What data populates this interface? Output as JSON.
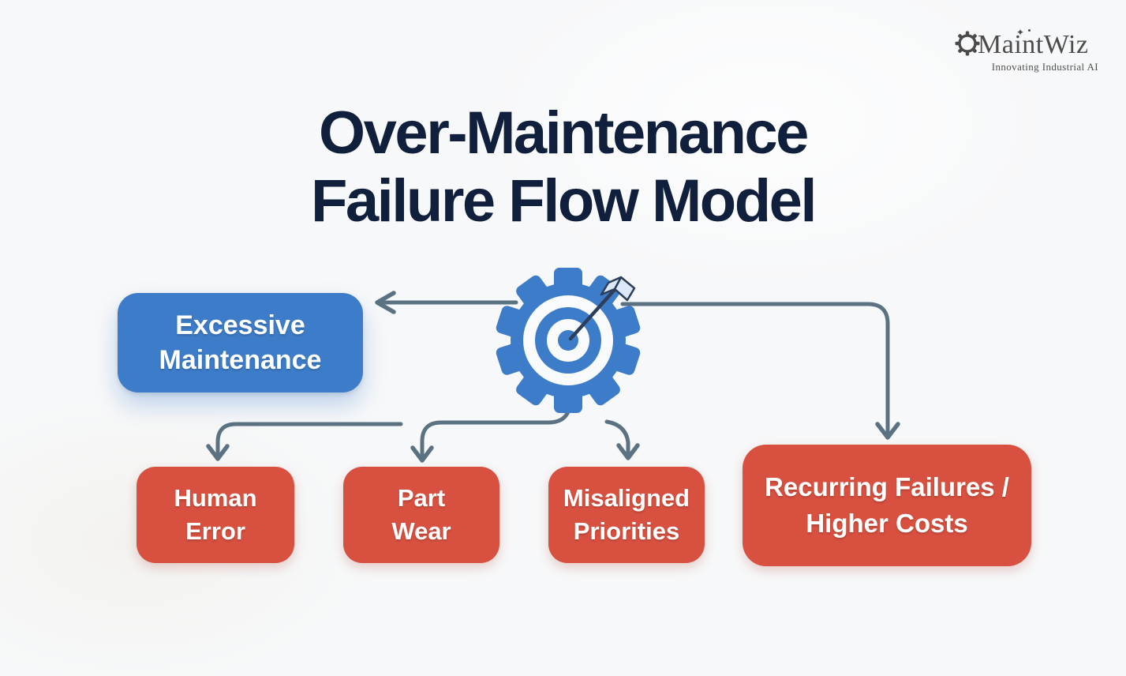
{
  "logo": {
    "name": "MaintWiz",
    "tagline": "Innovating Industrial AI",
    "sparkle": "✦"
  },
  "title": {
    "line1": "Over-Maintenance",
    "line2": "Failure Flow Model"
  },
  "nodes": {
    "excessive": {
      "line1": "Excessive",
      "line2": "Maintenance"
    },
    "human_error": {
      "line1": "Human",
      "line2": "Error"
    },
    "part_wear": {
      "line1": "Part",
      "line2": "Wear"
    },
    "misaligned": {
      "line1": "Misaligned",
      "line2": "Priorities"
    },
    "recurring": {
      "line1": "Recurring Failures /",
      "line2": "Higher Costs"
    }
  },
  "edges": [
    {
      "from": "center-gear-target",
      "to": "excessive"
    },
    {
      "from": "center-gear-target",
      "to": "human_error"
    },
    {
      "from": "center-gear-target",
      "to": "part_wear"
    },
    {
      "from": "center-gear-target",
      "to": "misaligned"
    },
    {
      "from": "center-gear-target",
      "to": "recurring"
    }
  ],
  "icons": {
    "center": "gear-target-dart-icon",
    "logo": "gear-icon"
  },
  "colors": {
    "background": "#f7f8f9",
    "title_navy": "#101f3c",
    "cause_blue": "#3d7cc9",
    "effect_red": "#d8503f",
    "connector": "#5b7282",
    "gear_blue": "#3d7cc9",
    "dart_navy": "#2c3e5a",
    "fletching_light": "#dde8f6",
    "logo_gray": "#4a4a4a"
  }
}
